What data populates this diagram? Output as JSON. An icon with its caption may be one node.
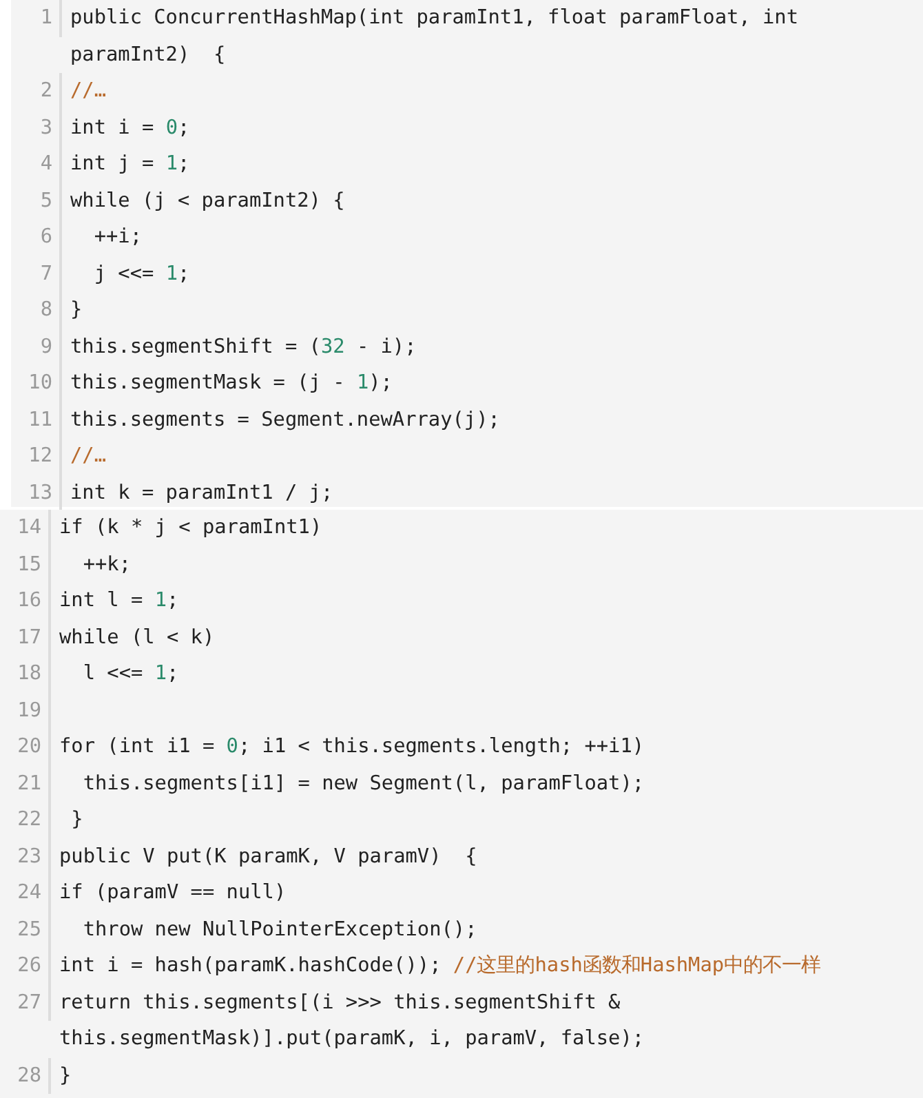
{
  "diagram": {
    "labels": [
      "1",
      "public ConcurrentHashMap(int paramInt1, float paramFloat, int paramInt2)  {",
      "2",
      "//…",
      "3",
      "int i = 0;",
      "4",
      "int j = 1;",
      "5",
      "while (j < paramInt2) {",
      "6",
      "  ++i;",
      "7",
      "  j <<= 1;",
      "8",
      "}",
      "9",
      "this.segmentShift = (32 - i);",
      "10",
      "this.segmentMask = (j - 1);",
      "11",
      "this.segments = Segment.newArray(j);",
      "12",
      "//…",
      "13",
      "int k = paramInt1 / j;",
      "14",
      "if (k * j < paramInt1)",
      "15",
      "  ++k;",
      "16",
      "int l = 1;",
      "17",
      "while (l < k)",
      "18",
      "  l <<= 1;",
      "19",
      "20",
      "for (int i1 = 0; i1 < this.segments.length; ++i1)",
      "21",
      "  this.segments[i1] = new Segment(l, paramFloat);",
      "22",
      " }",
      "23",
      "public V put(K paramK, V paramV)  {",
      "24",
      "if (paramV == null)",
      "25",
      "  throw new NullPointerException();",
      "26",
      "int i = hash(paramK.hashCode()); //这里的hash函数和HashMap中的不一样",
      "27",
      "return this.segments[(i >>> this.segmentShift & this.segmentMask)].put(paramK, i, paramV, false);",
      "28",
      "}"
    ]
  }
}
